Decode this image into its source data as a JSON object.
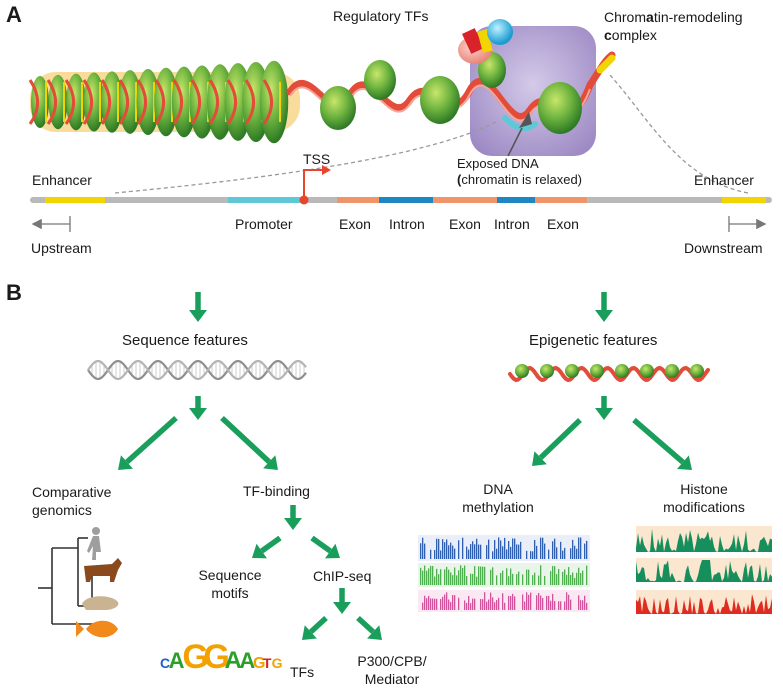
{
  "panel_a": {
    "letter": "A",
    "regulatory_tfs": "Regulatory TFs",
    "remodeling_line1_a": "Chrom",
    "remodeling_line1_b": "a",
    "remodeling_line1_c": "tin-remodeling",
    "remodeling_line2_a": "c",
    "remodeling_line2_b": "omplex",
    "exposed_line1": "Exposed DNA",
    "exposed_line2_a": "(",
    "exposed_line2_b": "chromatin is relaxed)",
    "tss": "TSS",
    "enhancer_left": "Enhancer",
    "enhancer_right": "Enhancer",
    "promoter": "Promoter",
    "exon1": "Exon",
    "intron1": "Intron",
    "exon2": "Exon",
    "intron2": "Intron",
    "exon3": "Exon",
    "upstream": "Upstream",
    "downstream": "Downstream"
  },
  "panel_b": {
    "letter": "B",
    "sequence_features": "Sequence features",
    "epigenetic_features": "Epigenetic features",
    "comparative_line1": "Comparative",
    "comparative_line2": "genomics",
    "tf_binding": "TF-binding",
    "sequence_motifs_line1": "Sequence",
    "sequence_motifs_line2": "motifs",
    "chip_seq": "ChIP-seq",
    "tfs": "TFs",
    "p300_line1": "P300/CPB/",
    "p300_line2": "Mediator",
    "dna_methylation_line1": "DNA",
    "dna_methylation_line2": "methylation",
    "histone_line1": "Histone",
    "histone_line2": "modifications",
    "motif_logo_letters": [
      "C",
      "A",
      "G",
      "G",
      "A",
      "A",
      "G",
      "T",
      "G"
    ]
  },
  "colors": {
    "arrow_green": "#1a9e5c",
    "enhancer_yellow": "#f2d400",
    "promoter_cyan": "#5ec8d6",
    "exon_orange": "#f0956a",
    "intron_blue": "#1f86c4",
    "line_gray": "#b9b9b9",
    "tss_red": "#e8452c",
    "nucleosome_green": "#6db33f",
    "dna_red": "#e24c38",
    "complex_purple": "#9a86c2",
    "methylation_blue": "#2f5fb0",
    "methylation_green": "#4fae4f",
    "methylation_pink": "#d2539c",
    "histone_green": "#168f5c",
    "histone_red": "#e02b20",
    "histone_bg": "#fbe7cf"
  }
}
